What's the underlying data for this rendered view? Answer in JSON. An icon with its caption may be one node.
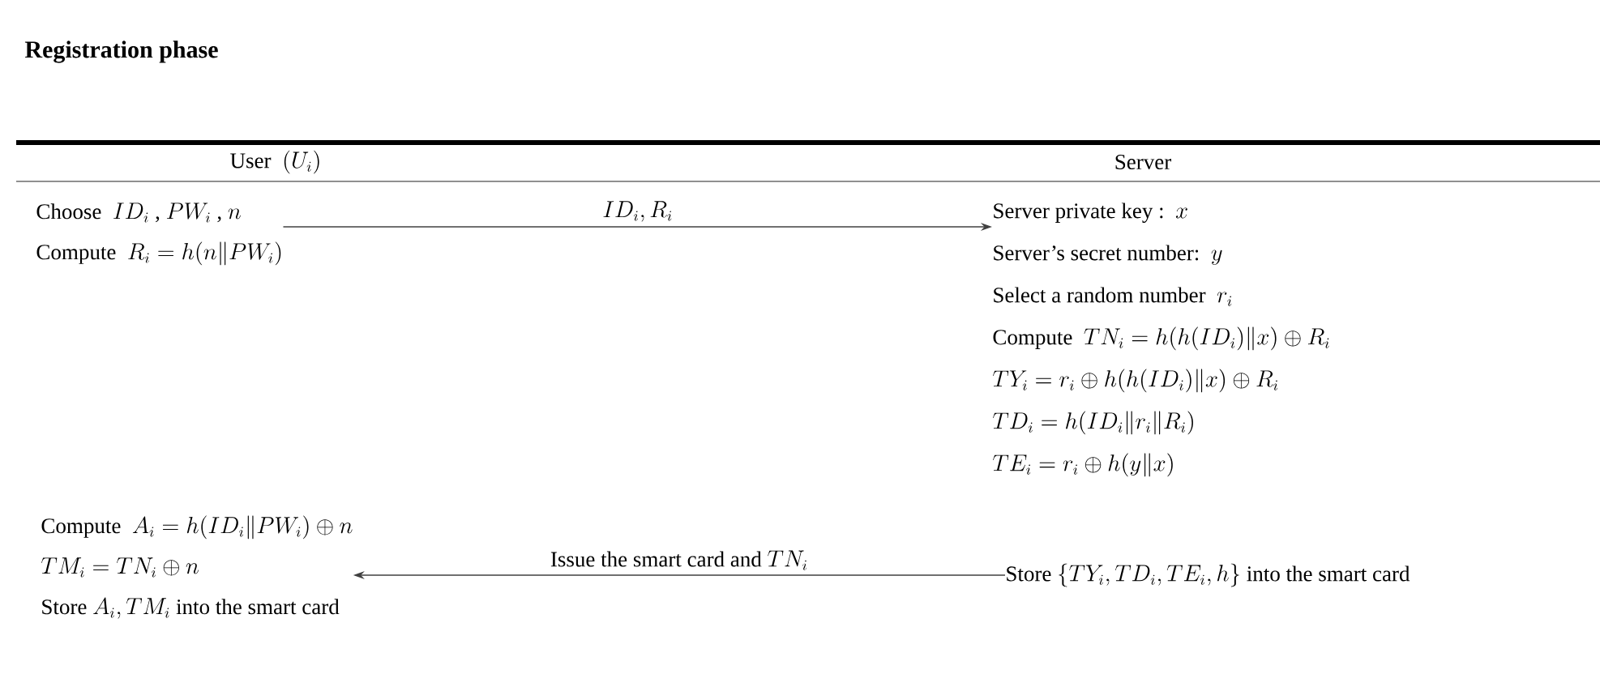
{
  "diagram": {
    "title": "Registration phase",
    "nodes": [
      {
        "text": [
          "\\text{User }\\ (U_i)"
        ]
      },
      {
        "text": [
          "\\text{Server}"
        ]
      },
      {
        "text": [
          "\\text{Choose }\\ ID_i\\text{ , }PW_i\\text{ , }n",
          "\\text{Compute }\\ R_i = h(n \\| PW_i)"
        ]
      },
      {
        "text": [
          "\\text{Server private key :}\\ \\ x",
          "\\text{Server's secret number:}\\ \\ y",
          "\\text{Select a random number}\\ \\ r_i",
          "\\text{Compute }\\ TN_i = h(h(ID_i) \\| x) \\oplus R_i",
          "TY_i = r_i \\oplus h(h(ID_i) \\| x) \\oplus R_i",
          "TD_i = h(ID_i \\| r_i \\| R_i)",
          "TE_i = r_i \\oplus h(y \\| x)"
        ]
      },
      {
        "text": [
          "\\text{Compute }\\ A_i = h(ID_i \\| PW_i) \\oplus n",
          "TM_i = TN_i \\oplus n",
          "\\text{Store }A_i, TM_i\\text{ into the smart card}"
        ]
      },
      {
        "text": [
          "\\text{Store }\\{TY_i, TD_i, TE_i, h\\}\\text{ into the smart card}"
        ]
      }
    ],
    "edges": [
      {
        "from": 2,
        "to": 3,
        "arrow": "to",
        "label": "ID_i, R_i"
      },
      {
        "from": 5,
        "to": 4,
        "arrow": "to",
        "label": "\\text{Issue the smart card and }TN_i"
      }
    ]
  }
}
